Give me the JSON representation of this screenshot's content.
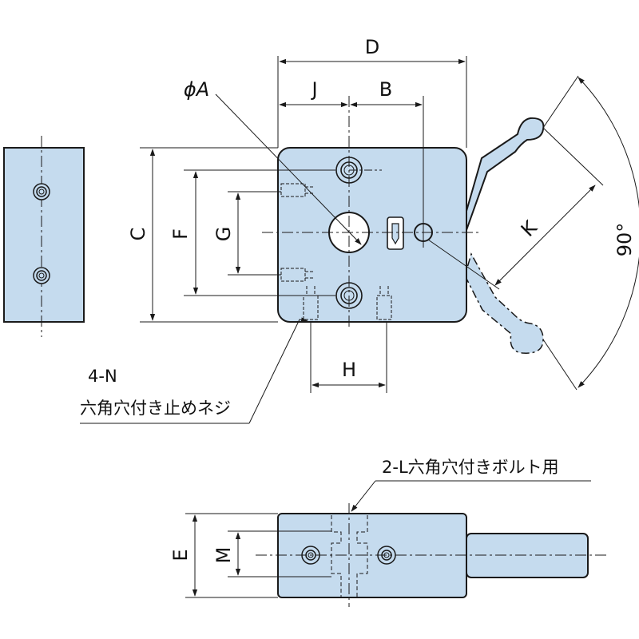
{
  "colors": {
    "fill": "#c5dbee",
    "stroke": "#1a1a1a"
  },
  "labels": {
    "D": "D",
    "J": "J",
    "B": "B",
    "phiA": "ϕA",
    "C": "C",
    "F": "F",
    "G": "G",
    "K": "K",
    "angle": "90°",
    "H": "H",
    "setscrew_line1": "4-N",
    "setscrew_line2": "六角穴付き止めネジ",
    "bolt_note": "2-L六角穴付きボルト用",
    "E": "E",
    "M": "M"
  },
  "icons": {
    "side_view": "block-side-view",
    "front_view": "clamp-front-view",
    "bottom_view": "clamp-bottom-view"
  }
}
